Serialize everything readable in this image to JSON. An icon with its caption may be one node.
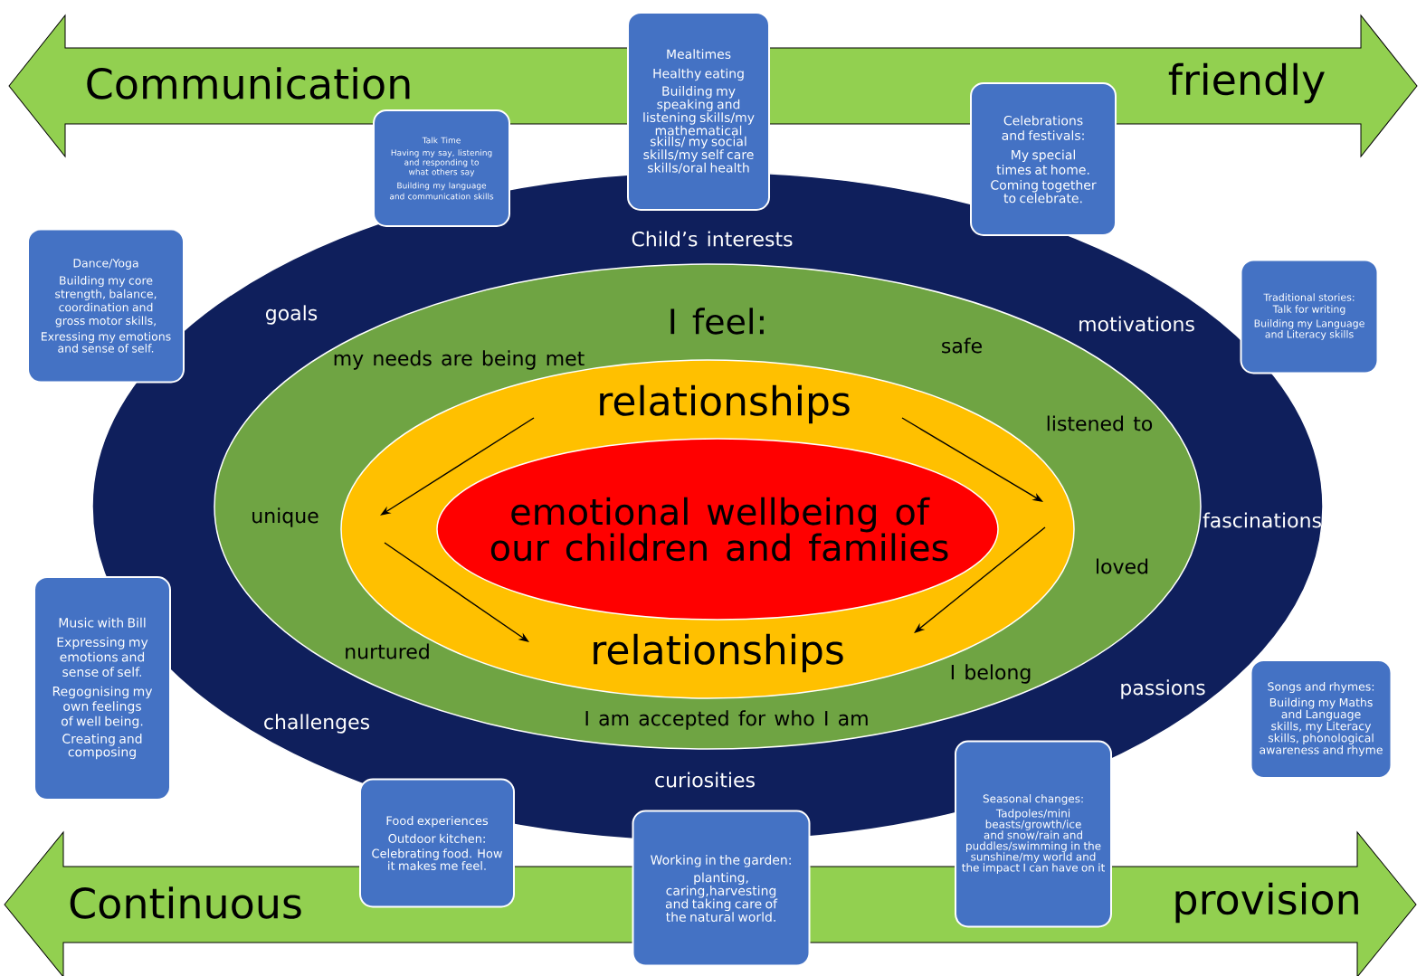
{
  "diagram": {
    "nodes": [
      {
        "text": [
          "Communication",
          "friendly"
        ]
      },
      {
        "text": [
          "Continuous",
          "provision"
        ]
      },
      {
        "text": [
          "Child’s interests",
          "goals",
          "motivations",
          "fascinations",
          "passions",
          "curiosities",
          "challenges"
        ]
      },
      {
        "text": [
          "I feel:",
          "my needs are being met",
          "safe",
          "listened to",
          "unique",
          "loved",
          "nurtured",
          "I belong",
          "I am accepted for who I am"
        ],
        "in": 2
      },
      {
        "text": [
          "relationships",
          "relationships"
        ],
        "in": 3
      },
      {
        "text": [
          "emotional wellbeing of our children and families"
        ],
        "in": 4
      },
      {
        "text": [
          "Mealtimes",
          "Healthy eating",
          "Building my speaking and listening skills/my mathematical skills/ my social skills/my self care skills/oral health"
        ]
      },
      {
        "text": [
          "Talk Time",
          "Having my say, listening and responding to what others say",
          "Building my language and communication skills"
        ]
      },
      {
        "text": [
          "Celebrations and festivals:",
          "My special times at home.",
          "Coming together to celebrate."
        ]
      },
      {
        "text": [
          "Dance/Yoga",
          "Building my core strength, balance, coordination and gross motor skills,",
          "Exressing my emotions and sense of self."
        ]
      },
      {
        "text": [
          "Traditional stories: Talk for writing",
          "Building my Language and Literacy skills"
        ]
      },
      {
        "text": [
          "Music with Bill",
          "Expressing my emotions and sense of self.",
          "Regognising my own feelings of well being.",
          "Creating and composing"
        ]
      },
      {
        "text": [
          "Songs and rhymes:",
          "Building my Maths and Language skills, my Literacy skills, phonological awareness and rhyme"
        ]
      },
      {
        "text": [
          "Food experiences",
          "Outdoor kitchen:",
          "Celebrating food. How it makes me feel."
        ]
      },
      {
        "text": [
          "Working in the garden:",
          "planting, caring,harvesting and taking care of the natural world."
        ]
      },
      {
        "text": [
          "Seasonal changes:",
          "Tadpoles/mini beasts/growth/ice and snow/rain and puddles/swimming in the sunshine/my world and the impact I can have on it"
        ]
      }
    ]
  }
}
